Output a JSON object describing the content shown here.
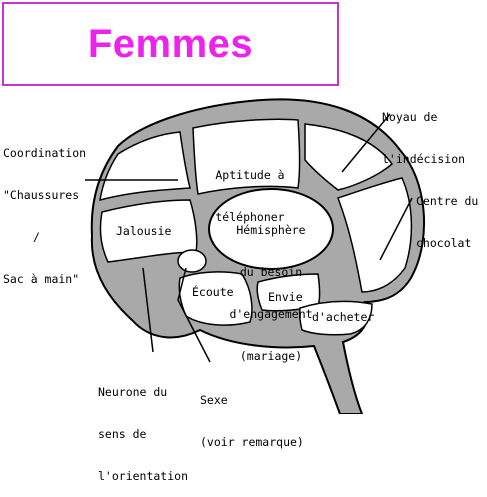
{
  "title": "Femmes",
  "colors": {
    "title": "#ee22ee",
    "title_border": "#cc33cc",
    "brain_fill": "#a9a9a9",
    "region_fill": "#ffffff",
    "outline": "#000000"
  },
  "regions": {
    "aptitude": [
      "Aptitude à",
      "téléphoner"
    ],
    "hemisphere": [
      "Hémisphère",
      "du besoin",
      "d'engagement",
      "(mariage)"
    ],
    "jalousie": "Jalousie",
    "ecoute": "Écoute",
    "envie": "Envie",
    "acheter": "d'acheter"
  },
  "callouts": {
    "coordination": [
      "Coordination",
      "\"Chaussures",
      "/",
      "Sac à main\""
    ],
    "noyau": [
      "Noyau de",
      "l'indécision"
    ],
    "chocolat": [
      "Centre du",
      "chocolat"
    ],
    "neurone": [
      "Neurone du",
      "sens de",
      "l'orientation"
    ],
    "sexe": [
      "Sexe",
      "(voir remarque)"
    ]
  }
}
